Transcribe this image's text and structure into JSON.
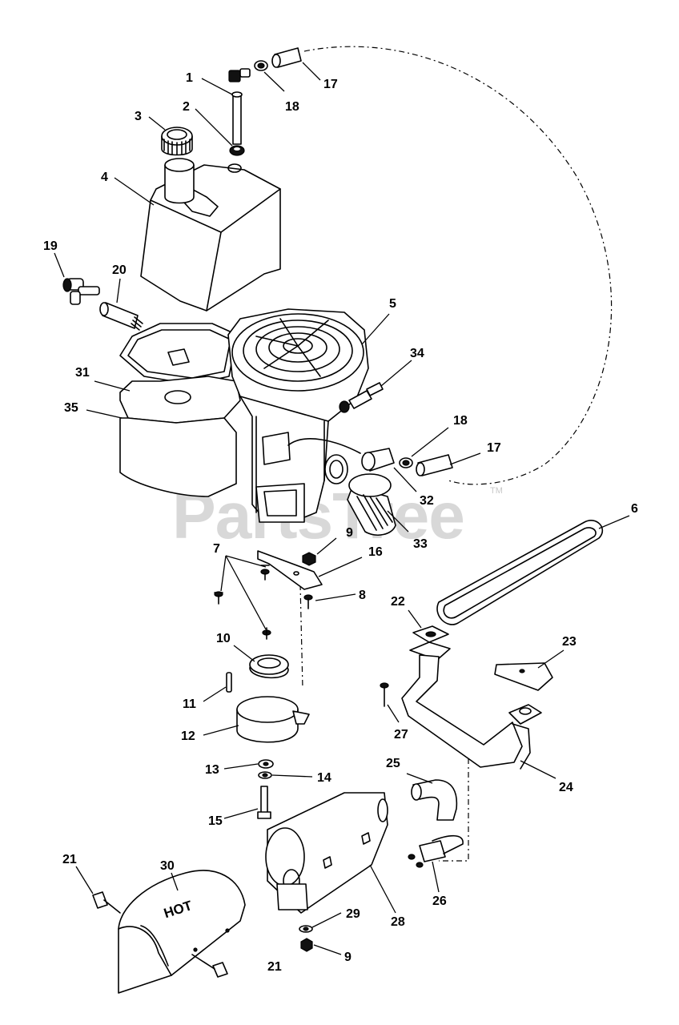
{
  "watermark": {
    "text": "PartsTree",
    "trademark": "TM"
  },
  "heat_shield_logo": "HOT",
  "callouts": [
    "1",
    "2",
    "3",
    "4",
    "5",
    "6",
    "7",
    "8",
    "9",
    "9",
    "10",
    "11",
    "12",
    "13",
    "14",
    "15",
    "16",
    "17",
    "17",
    "18",
    "18",
    "19",
    "20",
    "21",
    "21",
    "22",
    "23",
    "24",
    "25",
    "26",
    "27",
    "28",
    "29",
    "30",
    "31",
    "32",
    "33",
    "34",
    "35"
  ],
  "colors": {
    "line": "#000000",
    "watermark": "#d2d2d2",
    "background": "#ffffff"
  }
}
